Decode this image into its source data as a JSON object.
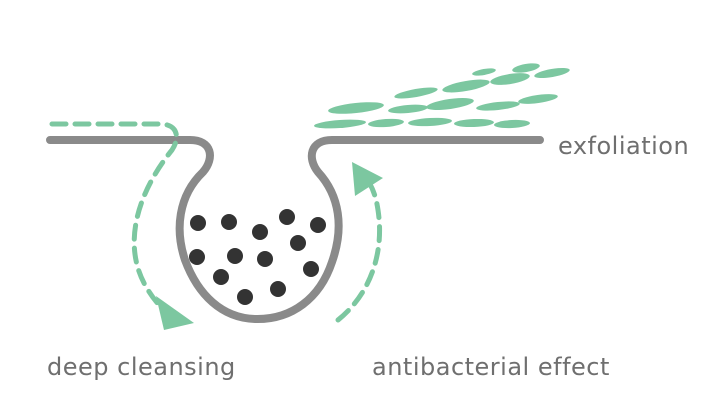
{
  "labels": {
    "exfoliation": "exfoliation",
    "deep_cleansing": "deep cleansing",
    "antibacterial_effect": "antibacterial effect"
  },
  "colors": {
    "skin_line": "#8a8a8a",
    "accent_green": "#7cc7a0",
    "particle": "#333333",
    "text": "#6f6f6f",
    "background": "#ffffff"
  },
  "icons": {
    "pore": "pore-cross-section",
    "particles": "dirt-particles",
    "flakes": "dead-skin-flakes",
    "arrows": "dashed-circulation-arrows"
  }
}
